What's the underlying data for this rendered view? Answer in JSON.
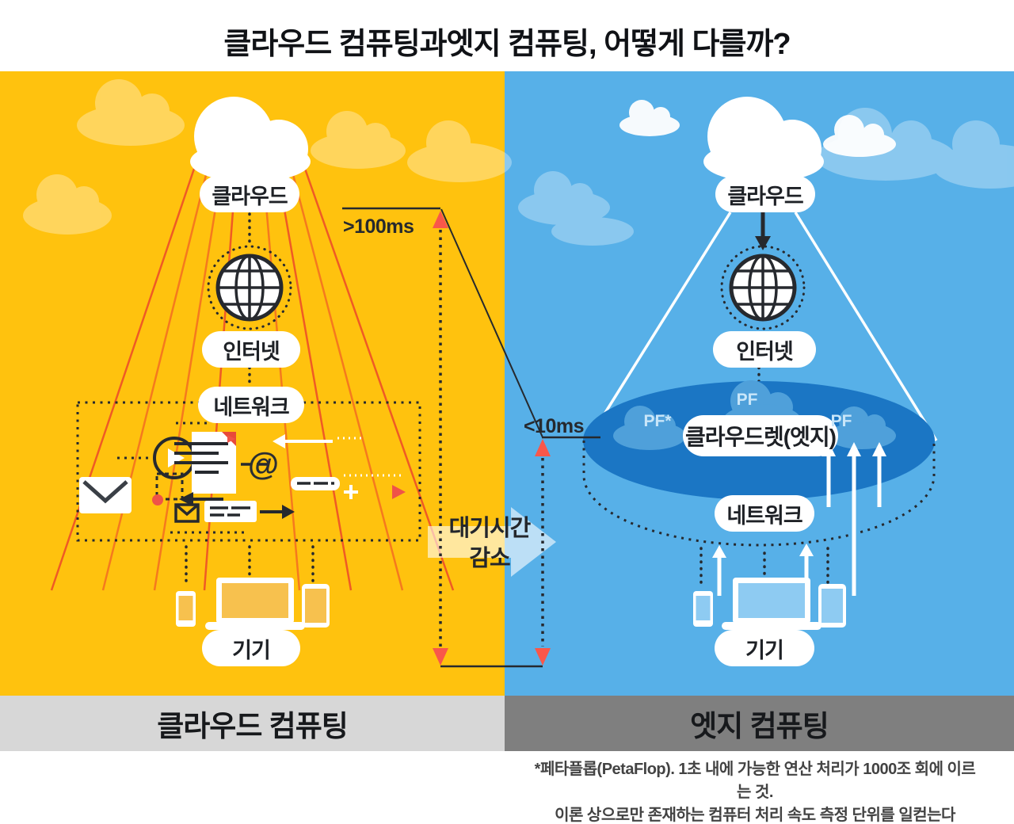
{
  "title": "클라우드 컴퓨팅과엣지 컴퓨팅, 어떻게 다를까?",
  "left": {
    "cloud_label": "클라우드",
    "internet_label": "인터넷",
    "network_label": "네트워크",
    "devices_label": "기기",
    "bar_label": "클라우드 컴퓨팅"
  },
  "right": {
    "cloud_label": "클라우드",
    "internet_label": "인터넷",
    "cloudlet_label": "클라우드렛(엣지)",
    "network_label": "네트워크",
    "devices_label": "기기",
    "bar_label": "엣지 컴퓨팅",
    "pf": [
      "PF*",
      "PF",
      "PF"
    ]
  },
  "connector": {
    "cloud_latency": ">100ms",
    "edge_latency": "<10ms",
    "reduction_line1": "대기시간",
    "reduction_line2": "감소"
  },
  "icons": {
    "at_symbol": "@"
  },
  "footnote": {
    "line1": "*페타플롭(PetaFlop). 1초 내에 가능한 연산 처리가 1000조 회에 이르는 것.",
    "line2": "이론 상으로만 존재하는 컴퓨터 처리 속도 측정 단위를 일컫는다"
  },
  "colors": {
    "left_bg": "#FFC20E",
    "right_bg": "#57B0E8",
    "edge_ellipse": "#1B76C4",
    "marker_red": "#F9574A",
    "ray_orange": "#F5791E",
    "ink": "#26292E",
    "bar_left_bg": "#D7D7D7",
    "bar_right_bg": "#7F7F7F"
  }
}
